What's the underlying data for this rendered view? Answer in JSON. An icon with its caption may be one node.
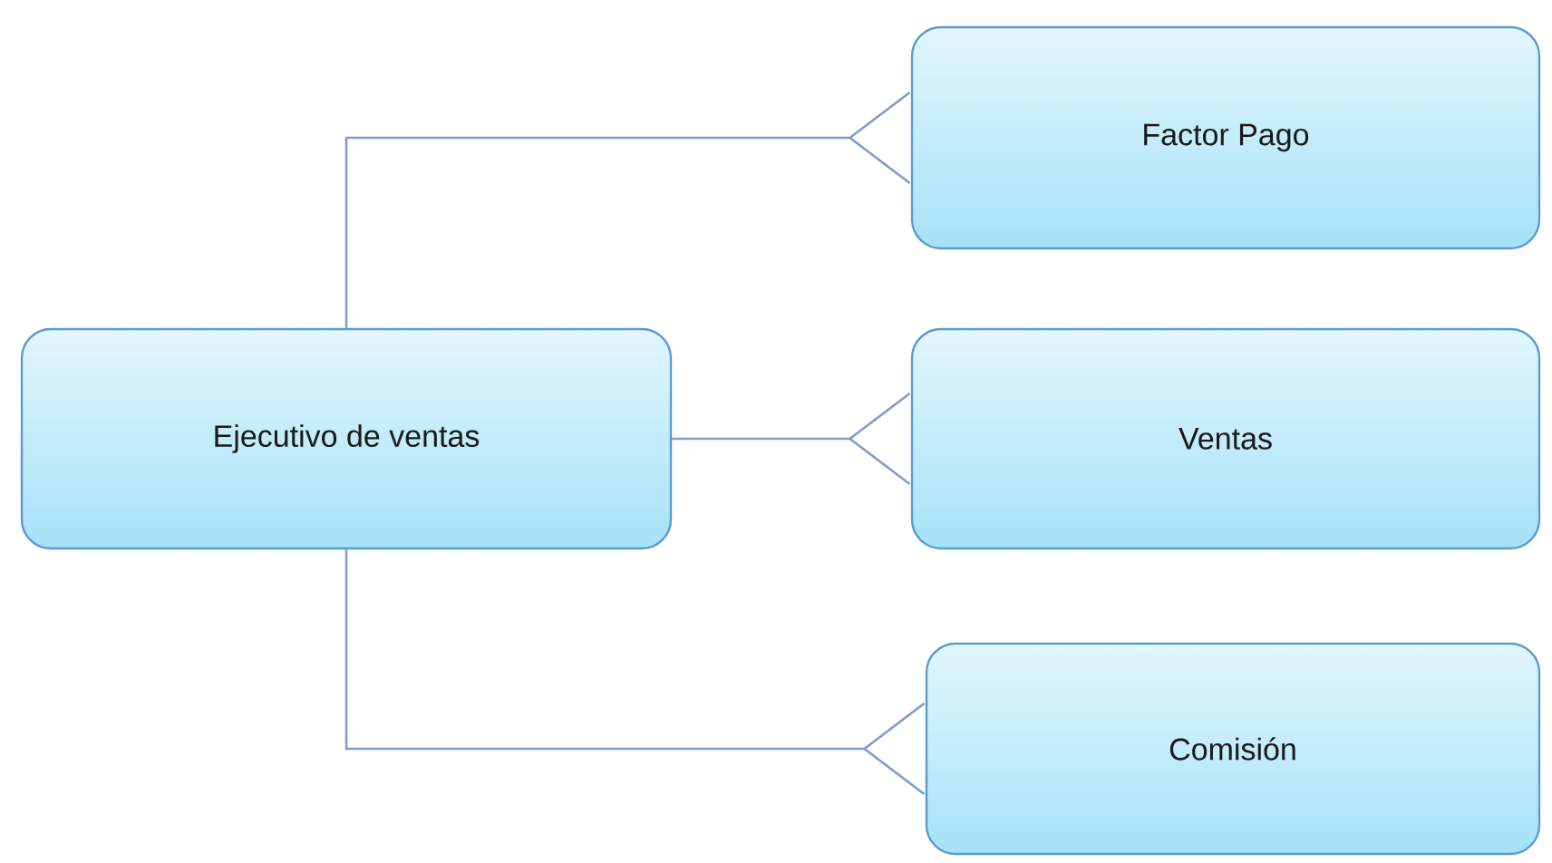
{
  "diagram": {
    "nodes": [
      {
        "text": [
          "Ejecutivo de ventas"
        ]
      },
      {
        "text": [
          "Factor Pago"
        ]
      },
      {
        "text": [
          "Ventas"
        ]
      },
      {
        "text": [
          "Comisión"
        ]
      }
    ],
    "edges": [
      {
        "from": 0,
        "to": 1,
        "arrow": "other"
      },
      {
        "from": 0,
        "to": 2,
        "arrow": "other"
      },
      {
        "from": 0,
        "to": 3,
        "arrow": "other"
      }
    ]
  }
}
